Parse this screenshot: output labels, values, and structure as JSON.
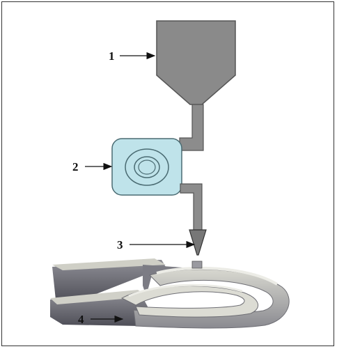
{
  "labels": [
    {
      "id": "1",
      "text": "1"
    },
    {
      "id": "2",
      "text": "2"
    },
    {
      "id": "3",
      "text": "3"
    },
    {
      "id": "4",
      "text": "4"
    }
  ],
  "colors": {
    "hopper": "#8a8a8a",
    "hopper_stroke": "#555555",
    "pipe": "#8c8c8c",
    "pump_fill": "#bfe3ea",
    "pump_stroke": "#4a6b72",
    "print": "#c8c8c0",
    "print_shadow": "#6e6e74",
    "arrow": "#111111"
  }
}
